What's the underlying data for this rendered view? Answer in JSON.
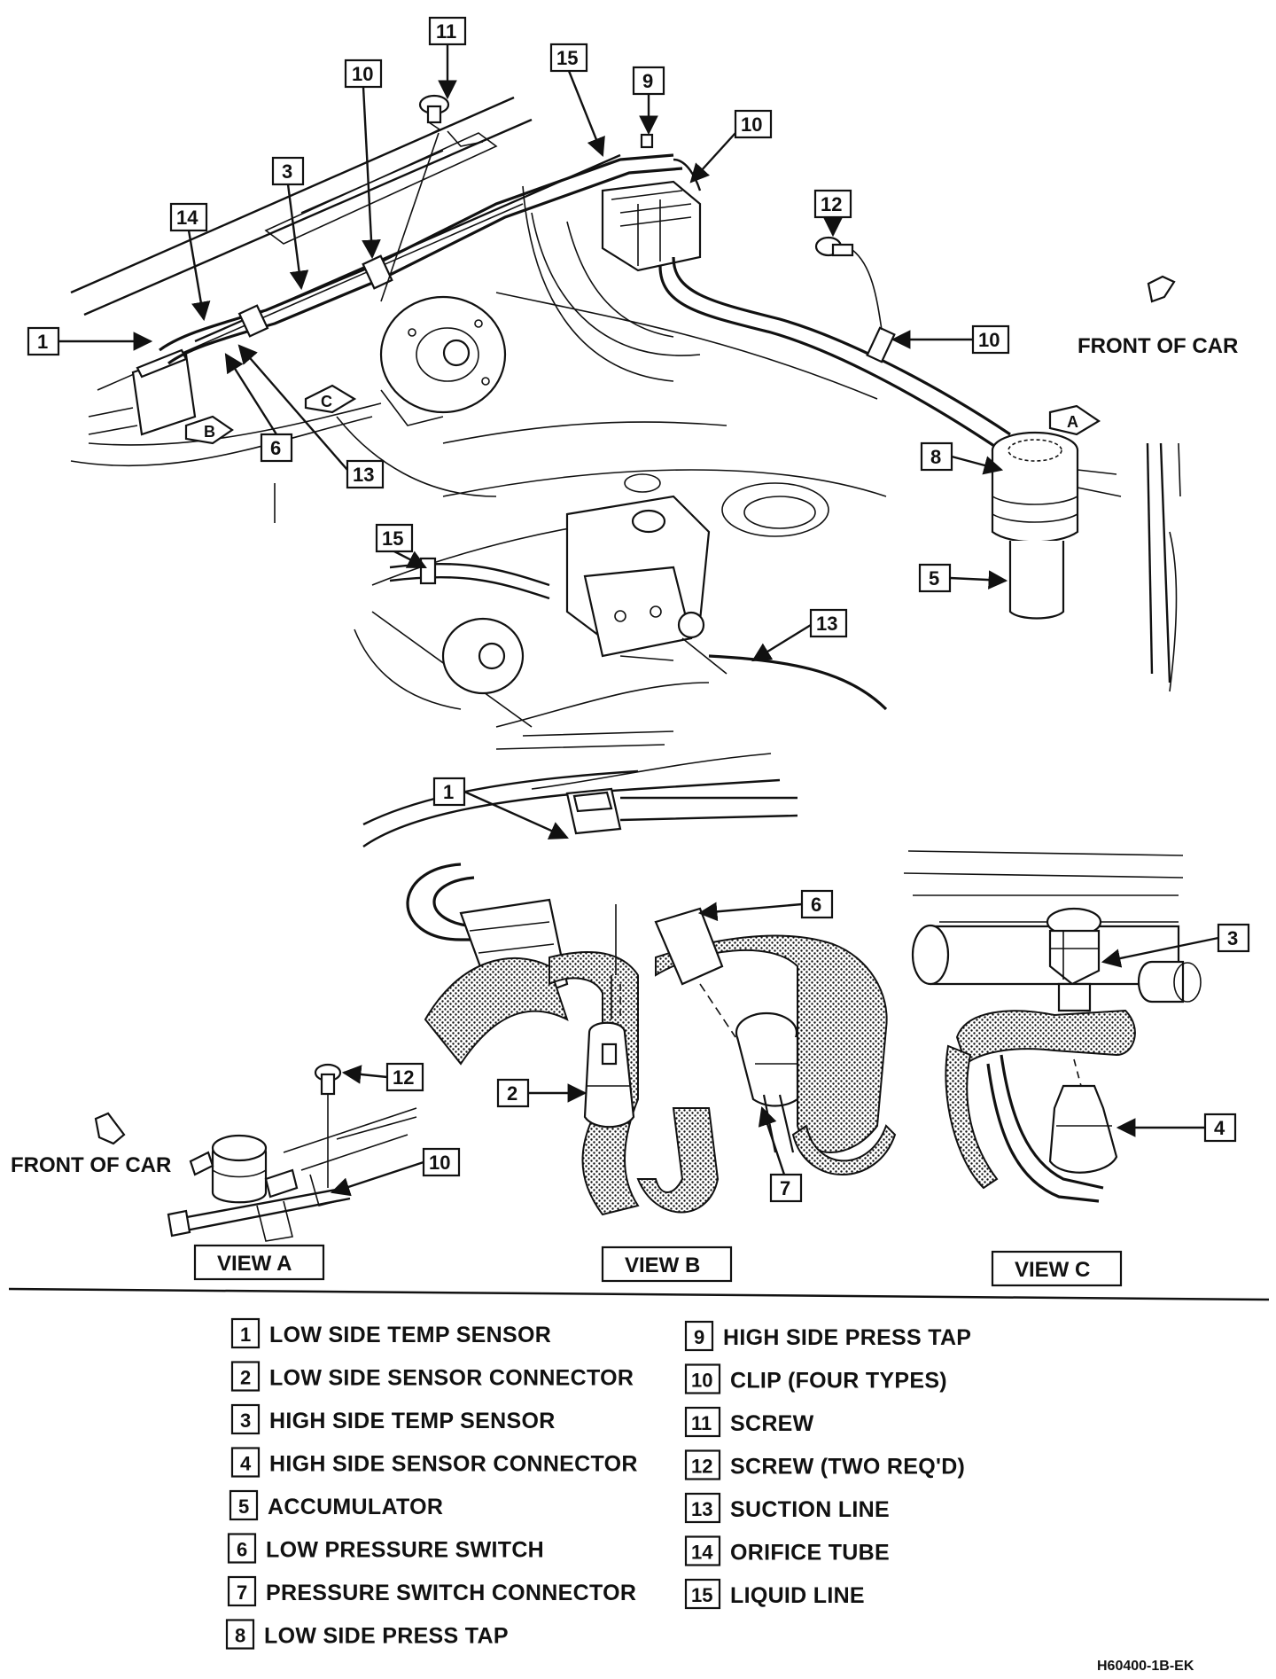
{
  "labels": {
    "front_of_car_top": "FRONT OF CAR",
    "front_of_car_left": "FRONT OF CAR",
    "view_a": "VIEW A",
    "view_b": "VIEW B",
    "view_c": "VIEW C",
    "view_a_marker": "A",
    "view_b_marker": "B",
    "view_c_marker": "C",
    "figure_code": "H60400-1B-EK"
  },
  "callouts": {
    "c11": "11",
    "c10a": "10",
    "c15a": "15",
    "c9": "9",
    "c10b": "10",
    "c3a": "3",
    "c14": "14",
    "c1a": "1",
    "c12a": "12",
    "c10c": "10",
    "c6a": "6",
    "c13a": "13",
    "c8": "8",
    "c15b": "15",
    "c5": "5",
    "c13b": "13",
    "c1b": "1",
    "c6b": "6",
    "c3b": "3",
    "c2": "2",
    "c7": "7",
    "c4": "4",
    "c12b": "12",
    "c10d": "10"
  },
  "legend": [
    {
      "num": "1",
      "text": "LOW SIDE TEMP SENSOR"
    },
    {
      "num": "2",
      "text": "LOW SIDE SENSOR CONNECTOR"
    },
    {
      "num": "3",
      "text": "HIGH SIDE TEMP SENSOR"
    },
    {
      "num": "4",
      "text": "HIGH SIDE SENSOR CONNECTOR"
    },
    {
      "num": "5",
      "text": "ACCUMULATOR"
    },
    {
      "num": "6",
      "text": "LOW PRESSURE SWITCH"
    },
    {
      "num": "7",
      "text": "PRESSURE SWITCH CONNECTOR"
    },
    {
      "num": "8",
      "text": "LOW SIDE PRESS TAP"
    },
    {
      "num": "9",
      "text": "HIGH SIDE PRESS TAP"
    },
    {
      "num": "10",
      "text": "CLIP (FOUR TYPES)"
    },
    {
      "num": "11",
      "text": "SCREW"
    },
    {
      "num": "12",
      "text": "SCREW (TWO REQ'D)"
    },
    {
      "num": "13",
      "text": "SUCTION LINE"
    },
    {
      "num": "14",
      "text": "ORIFICE TUBE"
    },
    {
      "num": "15",
      "text": "LIQUID LINE"
    }
  ]
}
